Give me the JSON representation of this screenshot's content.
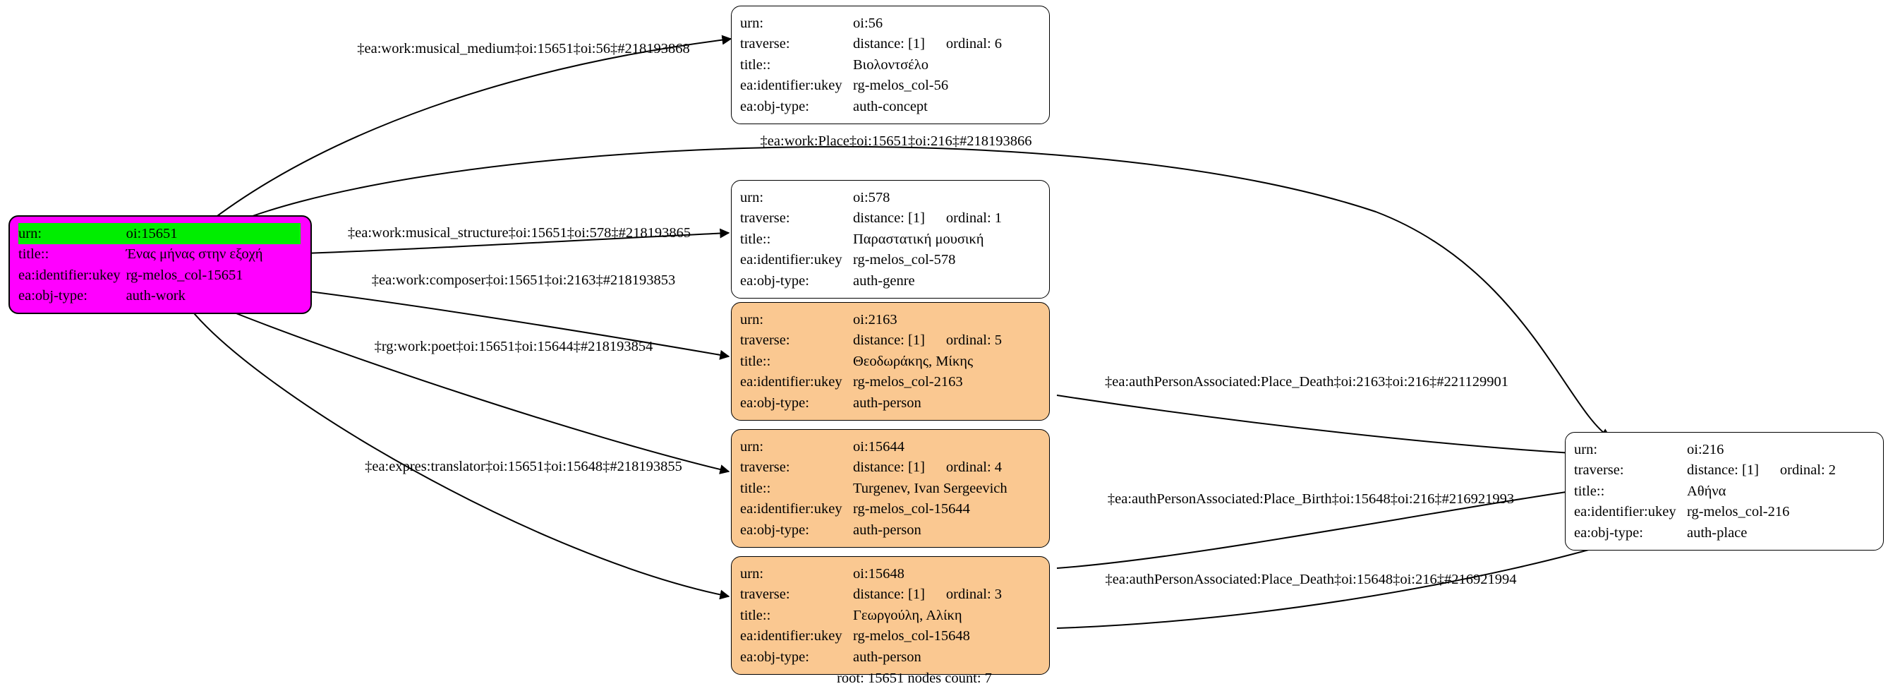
{
  "graph": {
    "caption": "root: 15651 nodes count: 7",
    "colors": {
      "root_fill": "#ff00ff",
      "root_highlight": "#00ee00",
      "person_fill": "#fac891",
      "default_fill": "#ffffff",
      "stroke": "#000000"
    },
    "field_labels": {
      "urn": "urn:",
      "traverse": "traverse:",
      "title": "title::",
      "ukey": "ea:identifier:ukey",
      "objtype": "ea:obj-type:"
    },
    "nodes": [
      {
        "id": "oi56",
        "kind": "default",
        "urn": "oi:56",
        "traverse_distance": "distance: [1]",
        "traverse_ordinal": "ordinal: 6",
        "title": "Βιολοντσέλο",
        "ukey": "rg-melos_col-56",
        "objtype": "auth-concept"
      },
      {
        "id": "oi578",
        "kind": "default",
        "urn": "oi:578",
        "traverse_distance": "distance: [1]",
        "traverse_ordinal": "ordinal: 1",
        "title": "Παραστατική μουσική",
        "ukey": "rg-melos_col-578",
        "objtype": "auth-genre"
      },
      {
        "id": "oi2163",
        "kind": "person",
        "urn": "oi:2163",
        "traverse_distance": "distance: [1]",
        "traverse_ordinal": "ordinal: 5",
        "title": "Θεοδωράκης, Μίκης",
        "ukey": "rg-melos_col-2163",
        "objtype": "auth-person"
      },
      {
        "id": "oi15644",
        "kind": "person",
        "urn": "oi:15644",
        "traverse_distance": "distance: [1]",
        "traverse_ordinal": "ordinal: 4",
        "title": "Turgenev, Ivan Sergeevich",
        "ukey": "rg-melos_col-15644",
        "objtype": "auth-person"
      },
      {
        "id": "oi15648",
        "kind": "person",
        "urn": "oi:15648",
        "traverse_distance": "distance: [1]",
        "traverse_ordinal": "ordinal: 3",
        "title": "Γεωργούλη, Αλίκη",
        "ukey": "rg-melos_col-15648",
        "objtype": "auth-person"
      },
      {
        "id": "oi216",
        "kind": "default",
        "urn": "oi:216",
        "traverse_distance": "distance: [1]",
        "traverse_ordinal": "ordinal: 2",
        "title": "Αθήνα",
        "ukey": "rg-melos_col-216",
        "objtype": "auth-place"
      }
    ],
    "root_node": {
      "id": "oi15651",
      "kind": "root",
      "urn": "oi:15651",
      "title": "Ένας μήνας στην εξοχή",
      "ukey": "rg-melos_col-15651",
      "objtype": "auth-work"
    },
    "edges": [
      {
        "id": "e1",
        "from": "oi15651",
        "to": "oi56",
        "label": "‡ea:work:musical_medium‡oi:15651‡oi:56‡#218193868"
      },
      {
        "id": "e2",
        "from": "oi15651",
        "to": "oi216",
        "label": "‡ea:work:Place‡oi:15651‡oi:216‡#218193866"
      },
      {
        "id": "e3",
        "from": "oi15651",
        "to": "oi578",
        "label": "‡ea:work:musical_structure‡oi:15651‡oi:578‡#218193865"
      },
      {
        "id": "e4",
        "from": "oi15651",
        "to": "oi2163",
        "label": "‡ea:work:composer‡oi:15651‡oi:2163‡#218193853"
      },
      {
        "id": "e5",
        "from": "oi15651",
        "to": "oi15644",
        "label": "‡rg:work:poet‡oi:15651‡oi:15644‡#218193854"
      },
      {
        "id": "e6",
        "from": "oi15651",
        "to": "oi15648",
        "label": "‡ea:expres:translator‡oi:15651‡oi:15648‡#218193855"
      },
      {
        "id": "e7",
        "from": "oi2163",
        "to": "oi216",
        "label": "‡ea:authPersonAssociated:Place_Death‡oi:2163‡oi:216‡#221129901"
      },
      {
        "id": "e8",
        "from": "oi15648",
        "to": "oi216",
        "label": "‡ea:authPersonAssociated:Place_Birth‡oi:15648‡oi:216‡#216921993"
      },
      {
        "id": "e9",
        "from": "oi15648",
        "to": "oi216",
        "label": "‡ea:authPersonAssociated:Place_Death‡oi:15648‡oi:216‡#216921994"
      }
    ]
  }
}
